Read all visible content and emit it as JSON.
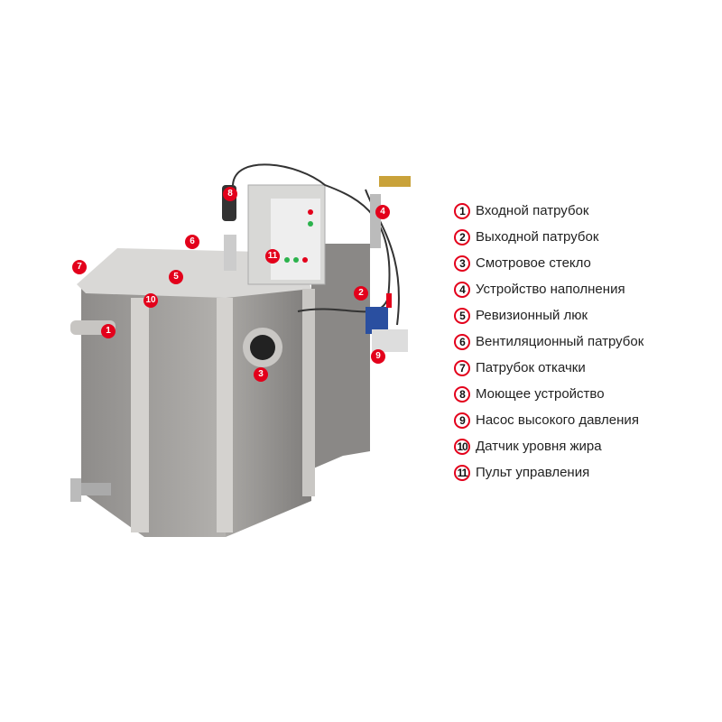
{
  "colors": {
    "accent": "#e3001b",
    "steel": "#9c9a98"
  },
  "legend": [
    {
      "number": "1",
      "label": "Входной патрубок"
    },
    {
      "number": "2",
      "label": "Выходной патрубок"
    },
    {
      "number": "3",
      "label": "Смотровое стекло"
    },
    {
      "number": "4",
      "label": "Устройство наполнения"
    },
    {
      "number": "5",
      "label": "Ревизионный люк"
    },
    {
      "number": "6",
      "label": "Вентиляционный патрубок"
    },
    {
      "number": "7",
      "label": "Патрубок откачки"
    },
    {
      "number": "8",
      "label": "Моющее устройство"
    },
    {
      "number": "9",
      "label": "Насос высокого давления"
    },
    {
      "number": "10",
      "label": "Датчик уровня жира"
    },
    {
      "number": "11",
      "label": "Пульт управления"
    }
  ]
}
